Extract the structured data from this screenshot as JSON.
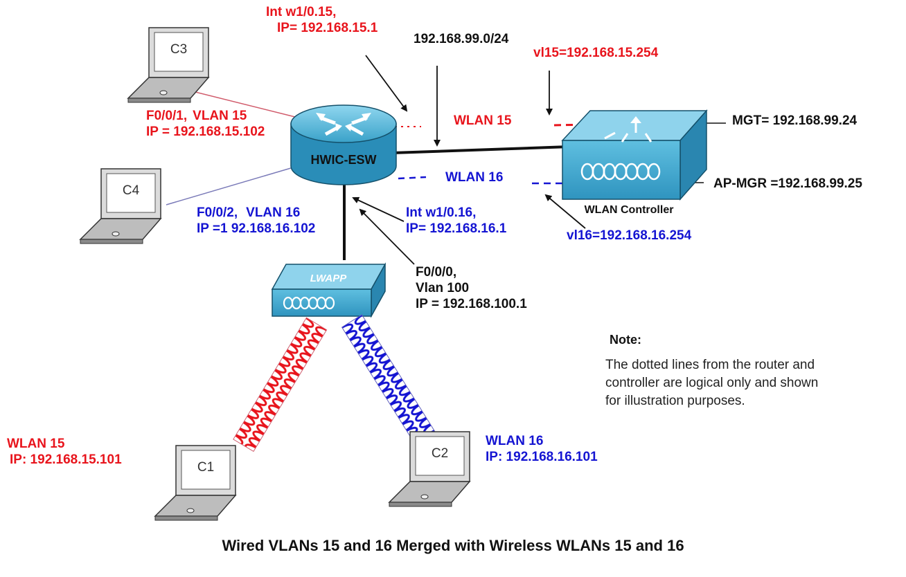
{
  "devices": {
    "router_label": "HWIC-ESW",
    "ap_label": "LWAPP",
    "controller_label": "WLAN Controller",
    "c1": "C1",
    "c2": "C2",
    "c3": "C3",
    "c4": "C4"
  },
  "labels": {
    "int15_line1": "Int w1/0.15,",
    "int15_line2": "IP= 192.168.15.1",
    "subnet99": "192.168.99.0/24",
    "vl15": "vl15=192.168.15.254",
    "f001_port": "F0/0/1,",
    "f001_vlan": "VLAN 15",
    "f001_ip": "IP = 192.168.15.102",
    "wlan15_center": "WLAN 15",
    "mgt": "MGT= 192.168.99.24",
    "apmgr": "AP-MGR =192.168.99.25",
    "wlan16_center": "WLAN 16",
    "f002_port": "F0/0/2,",
    "f002_vlan": "VLAN 16",
    "f002_ip": "IP =1 92.168.16.102",
    "int16_line1": "Int w1/0.16,",
    "int16_line2": "IP= 192.168.16.1",
    "vl16": "vl16=192.168.16.254",
    "f000_line1": "F0/0/0,",
    "f000_line2": "Vlan 100",
    "f000_line3": "IP = 192.168.100.1",
    "c1_wlan": "WLAN 15",
    "c1_ip": "IP: 192.168.15.101",
    "c2_wlan": "WLAN 16",
    "c2_ip": "IP: 192.168.16.101"
  },
  "note": {
    "title": "Note:",
    "line1": "The dotted lines from the router and",
    "line2": "controller are logical only and shown",
    "line3": "for illustration purposes."
  },
  "caption": "Wired VLANs 15 and 16 Merged with Wireless WLANs 15 and 16",
  "colors": {
    "vlan15": "#e8141c",
    "vlan16": "#1414d2",
    "device_blue": "#3ea6cc"
  }
}
